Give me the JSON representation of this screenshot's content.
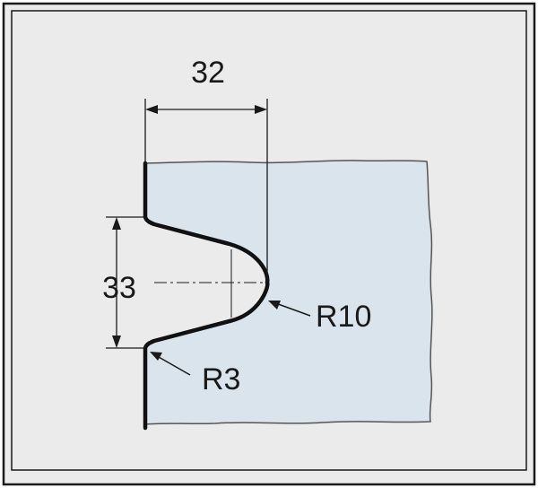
{
  "drawing": {
    "dimension_width": "32",
    "dimension_height": "33",
    "radius_large": "R10",
    "radius_small": "R3"
  },
  "colors": {
    "frame_background": "#ebebeb",
    "frame_border": "#1a1a1a",
    "glass_fill": "#d9e4ec",
    "glass_edge": "#555555",
    "profile_stroke": "#111111",
    "dimension_line": "#1a1a1a"
  }
}
